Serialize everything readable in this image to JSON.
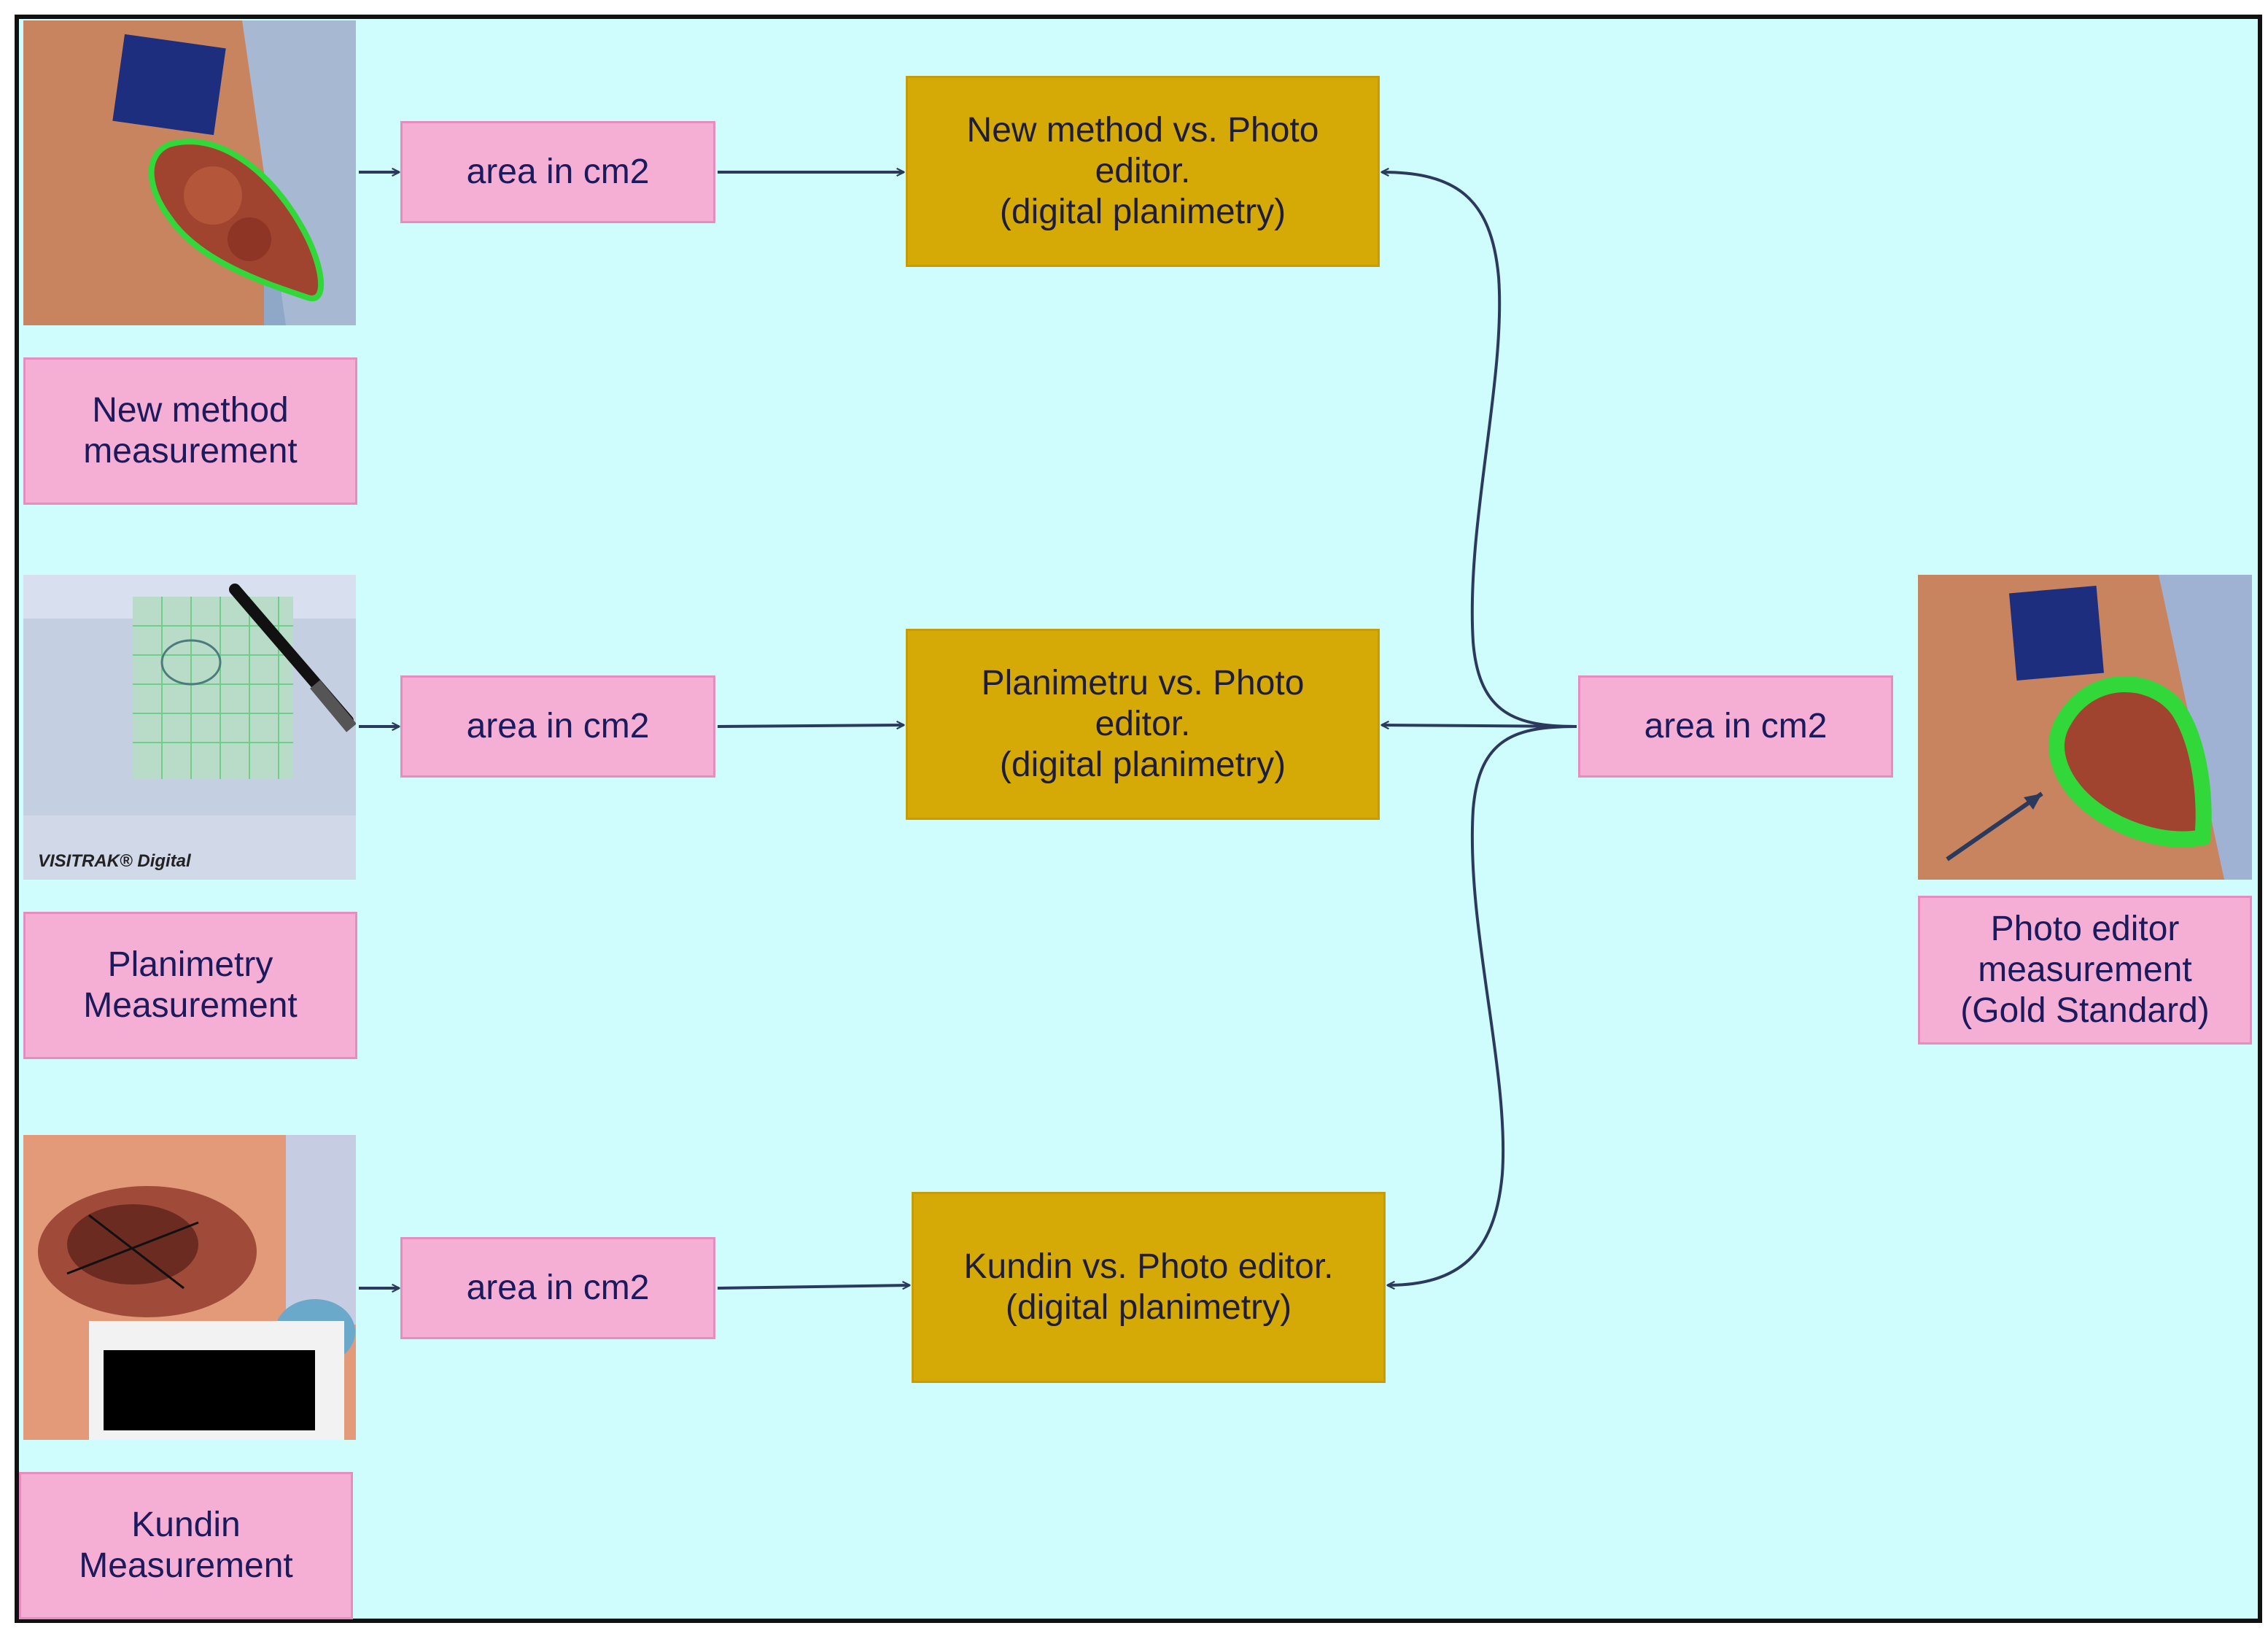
{
  "colors": {
    "background": "#cffdfd",
    "label_box": "#f5aed4",
    "comparison_box": "#d6aa06",
    "arrow": "#2b3a5c",
    "outline_green": "#32d83a"
  },
  "methods": [
    {
      "label": "New method\nmeasurement",
      "area": "area in cm2",
      "comparison": "New method vs. Photo\neditor.\n(digital planimetry)",
      "image_icon": "wound-green-outline-photo-icon"
    },
    {
      "label": "Planimetry\nMeasurement",
      "area": "area in cm2",
      "comparison": "Planimetru vs. Photo\neditor.\n(digital planimetry)",
      "image_icon": "visitrak-planimetry-photo-icon",
      "image_text": "VISITRAK® Digital"
    },
    {
      "label": "Kundin\nMeasurement",
      "area": "area in cm2",
      "comparison": "Kundin vs. Photo editor.\n(digital planimetry)",
      "image_icon": "wound-ruler-photo-icon"
    }
  ],
  "gold_standard": {
    "label": "Photo editor\nmeasurement\n(Gold Standard)",
    "area": "area in cm2",
    "image_icon": "wound-thick-green-outline-photo-icon"
  }
}
